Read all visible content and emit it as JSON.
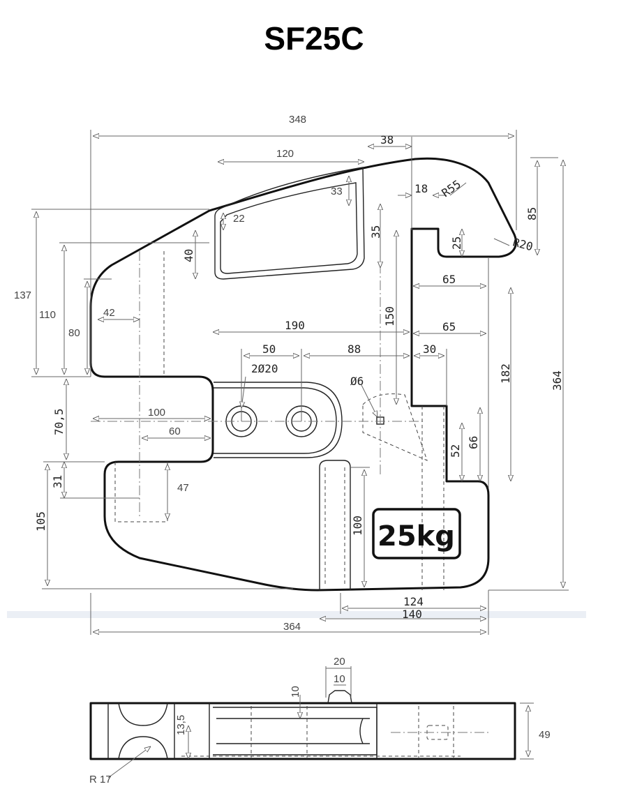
{
  "title": "SF25C",
  "weight_label": "25kg",
  "dimensions": {
    "overall_width_top": "348",
    "d38": "38",
    "d120": "120",
    "d33": "33",
    "d22": "22",
    "d18": "18",
    "r55": "R55",
    "d85": "85",
    "d35": "35",
    "d25": "25",
    "r20": "R20",
    "d40": "40",
    "d65a": "65",
    "d137": "137",
    "d110": "110",
    "d42": "42",
    "d80": "80",
    "d190": "190",
    "d150": "150",
    "d65b": "65",
    "d50": "50",
    "d88": "88",
    "d30": "30",
    "holes": "2Ø20",
    "d182": "182",
    "d364v": "364",
    "phi6": "Ø6",
    "d70_5": "70,5",
    "d100h": "100",
    "d60": "60",
    "d52": "52",
    "d66": "66",
    "d31": "31",
    "d47": "47",
    "d105": "105",
    "d100v": "100",
    "d124": "124",
    "d140": "140",
    "overall_width_bottom": "364",
    "side_20": "20",
    "side_10a": "10",
    "side_10b": "10",
    "side_13_5": "13,5",
    "side_49": "49",
    "side_r17": "R 17"
  }
}
